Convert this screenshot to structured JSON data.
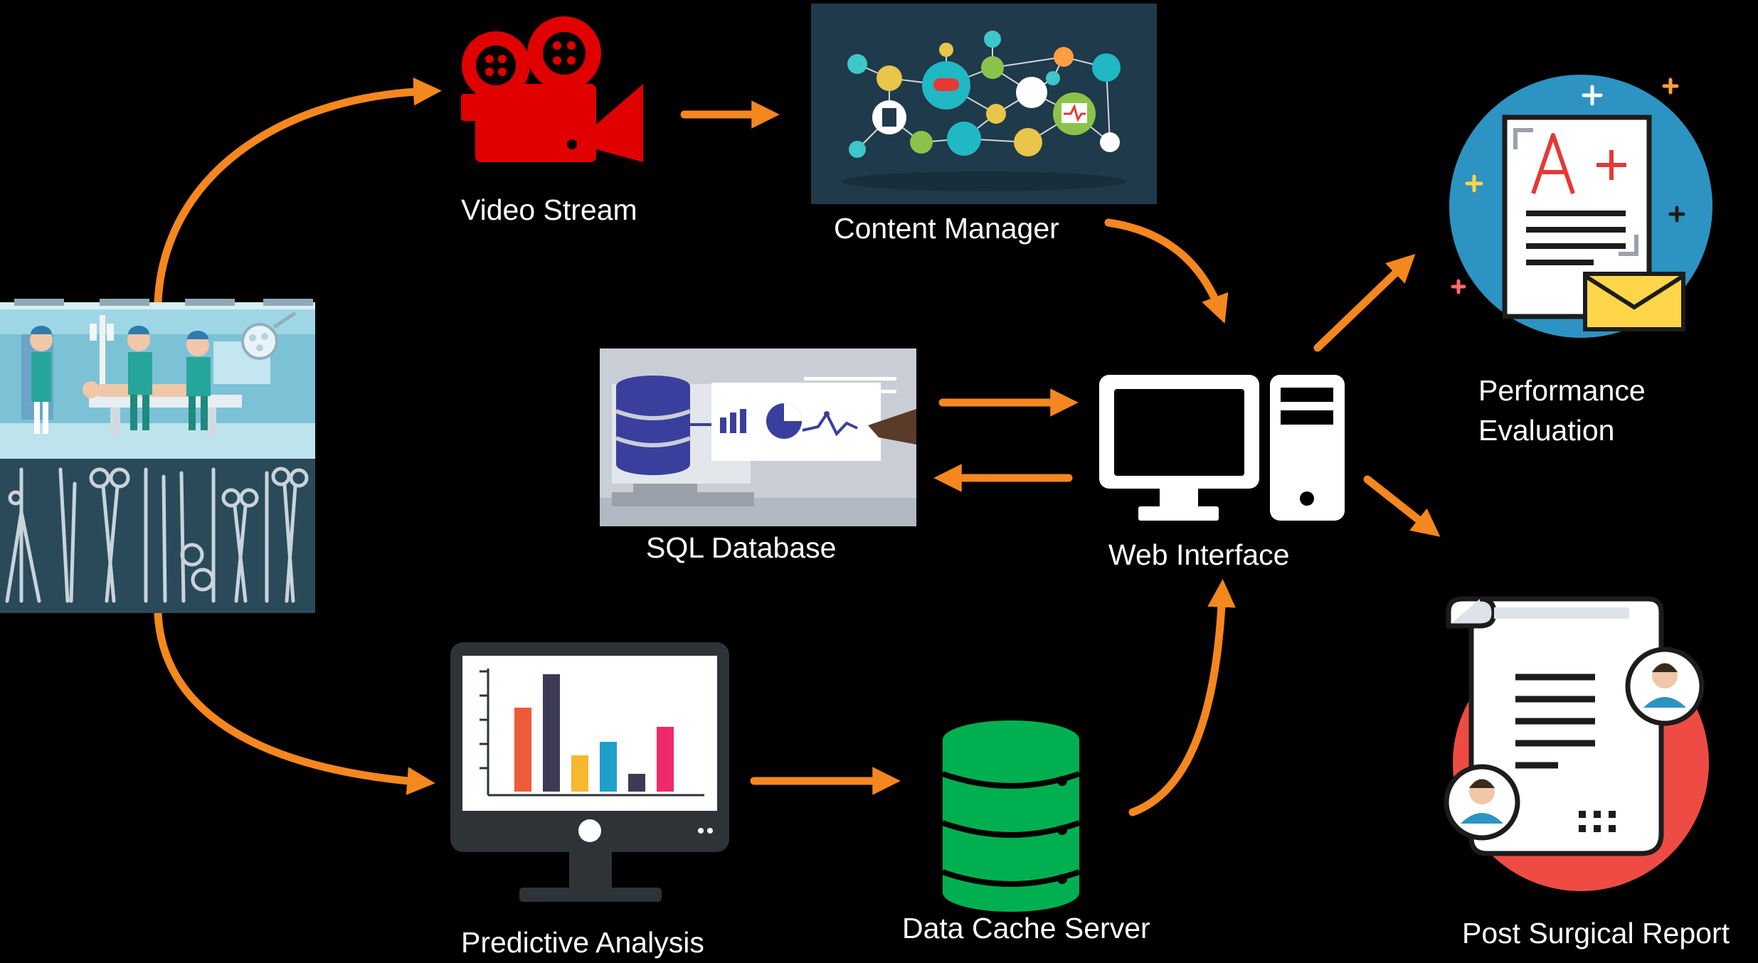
{
  "diagram": {
    "arrow_color": "#f5871f",
    "nodes": {
      "surgery_room": {
        "icon": "surgery-room-image"
      },
      "video_stream": {
        "label": "Video Stream",
        "icon": "video-camera-icon",
        "color": "#e00000"
      },
      "content_manager": {
        "label": "Content Manager",
        "icon": "network-icon"
      },
      "sql_database": {
        "label": "SQL Database",
        "icon": "database-dashboard-image"
      },
      "web_interface": {
        "label": "Web Interface",
        "icon": "desktop-computer-icon"
      },
      "performance_evaluation": {
        "label_line1": "Performance",
        "label_line2": "Evaluation",
        "icon": "graded-report-icon"
      },
      "post_surgical_report": {
        "label": "Post Surgical Report",
        "icon": "report-scroll-icon"
      },
      "predictive_analysis": {
        "label": "Predictive Analysis",
        "icon": "bar-chart-monitor-icon"
      },
      "data_cache_server": {
        "label": "Data Cache Server",
        "icon": "database-server-icon",
        "color": "#00b050"
      }
    }
  }
}
